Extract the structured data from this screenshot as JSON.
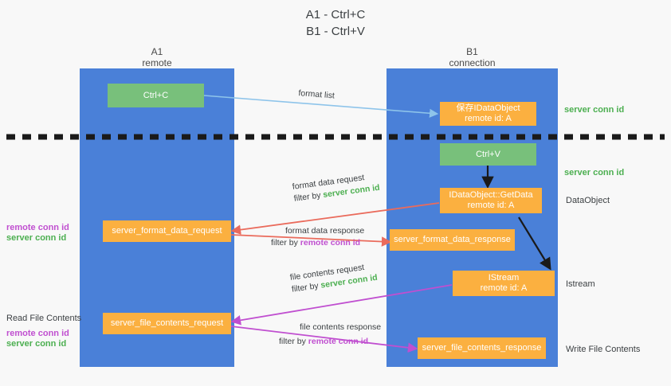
{
  "title": {
    "line1": "A1 - Ctrl+C",
    "line2": "B1 - Ctrl+V"
  },
  "lanes": [
    {
      "name": "A1",
      "sub": "remote"
    },
    {
      "name": "B1",
      "sub": "connection"
    }
  ],
  "boxes": {
    "ctrl_c": {
      "label": "Ctrl+C"
    },
    "ctrl_v": {
      "label": "Ctrl+V"
    },
    "save_dataobject": {
      "line1": "保存IDataObject",
      "line2": "remote id: A"
    },
    "getdata": {
      "line1": "IDataObject::GetData",
      "line2": "remote id: A"
    },
    "istream": {
      "line1": "IStream",
      "line2": "remote id: A"
    },
    "server_format_data_request": {
      "label": "server_format_data_request"
    },
    "server_format_data_response": {
      "label": "server_format_data_response"
    },
    "server_file_contents_request": {
      "label": "server_file_contents_request"
    },
    "server_file_contents_response": {
      "label": "server_file_contents_response"
    }
  },
  "arrow_labels": {
    "format_list": {
      "text": "format list"
    },
    "format_data_request": {
      "line1": "format data request",
      "filter_prefix": "filter by ",
      "filter_value": "server conn id"
    },
    "format_data_response": {
      "line1": "format data response",
      "filter_prefix": "filter by ",
      "filter_value": "remote conn id"
    },
    "file_contents_request": {
      "line1": "file contents request",
      "filter_prefix": "filter by ",
      "filter_value": "server conn id"
    },
    "file_contents_response": {
      "line1": "file contents response",
      "filter_prefix": "filter by ",
      "filter_value": "remote conn id"
    }
  },
  "right_labels": {
    "server_conn_id_top": "server conn id",
    "server_conn_id_mid": "server conn id",
    "dataobject": "DataObject",
    "istream": "Istream",
    "write_file_contents": "Write File Contents"
  },
  "left_labels": {
    "remote_conn_id_1": "remote conn id",
    "server_conn_id_1": "server conn id",
    "read_file_contents": "Read File Contents",
    "remote_conn_id_2": "remote conn id",
    "server_conn_id_2": "server conn id"
  },
  "colors": {
    "background": "#f8f8f8",
    "lane": "#4a80d8",
    "green_box": "#78c07b",
    "orange_box": "#fbb040",
    "green_text": "#4caf50",
    "purple_text": "#c04fd0",
    "arrow_blue": "#8ec4ea",
    "arrow_red": "#ea6b5c",
    "arrow_purple": "#c04fd0",
    "arrow_black": "#1a1a1a",
    "divider": "#1a1a1a"
  }
}
